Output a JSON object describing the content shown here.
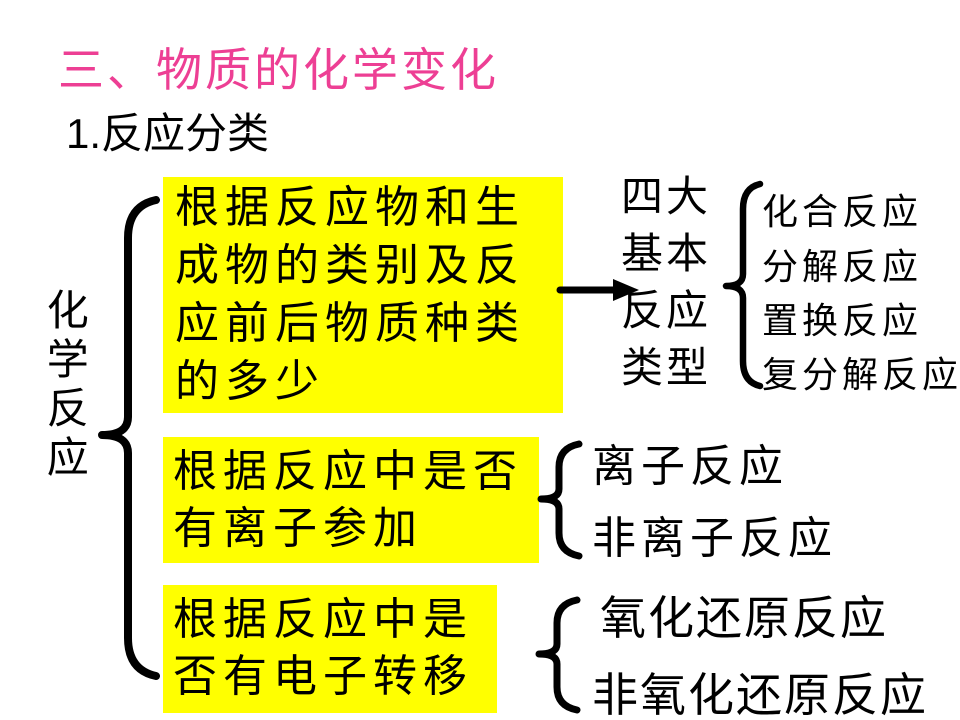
{
  "slide": {
    "title": "三、物质的化学变化",
    "subtitle": {
      "number": "1.",
      "text": "反应分类"
    },
    "root_label": "化学反应",
    "groups": [
      {
        "criterion": "根据反应物和生成物的类别及反应前后物质种类的多少",
        "category_label": "四大基本反应类型",
        "items": [
          "化合反应",
          "分解反应",
          "置换反应",
          "复分解反应"
        ]
      },
      {
        "criterion": "根据反应中是否有离子参加",
        "items": [
          "离子反应",
          "非离子反应"
        ]
      },
      {
        "criterion": "根据反应中是否有电子转移",
        "items": [
          "氧化还原反应",
          "非氧化还原反应"
        ]
      }
    ],
    "colors": {
      "title": "#ED3F94",
      "highlight": "#FFFF00",
      "text": "#000000",
      "background": "#FFFFFF"
    }
  }
}
